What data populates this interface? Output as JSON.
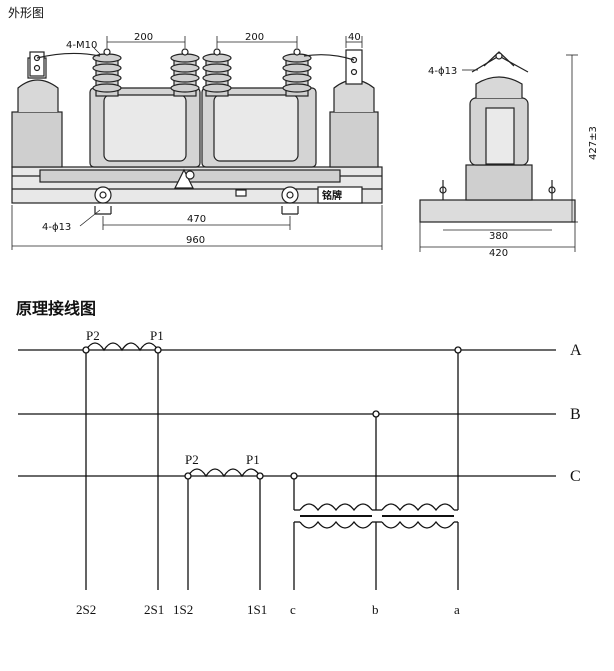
{
  "outline": {
    "title": "外形图",
    "front_view": {
      "dims": {
        "bolt": "4-M10",
        "span_left": "200",
        "span_right": "200",
        "width_top": "40",
        "mount_holes": "4-ϕ13",
        "rail_span": "470",
        "overall": "960"
      },
      "nameplate": "铭牌"
    },
    "side_view": {
      "dims": {
        "holes": "4-ϕ13",
        "height": "427±3",
        "inner": "380",
        "outer": "420"
      }
    }
  },
  "schematic": {
    "title": "原理接线图",
    "phases": [
      "A",
      "B",
      "C"
    ],
    "ct_upper": {
      "p2": "P2",
      "p1": "P1"
    },
    "ct_lower": {
      "p2": "P2",
      "p1": "P1"
    },
    "terminals": [
      "2S2",
      "2S1",
      "1S2",
      "1S1",
      "c",
      "b",
      "a"
    ]
  }
}
